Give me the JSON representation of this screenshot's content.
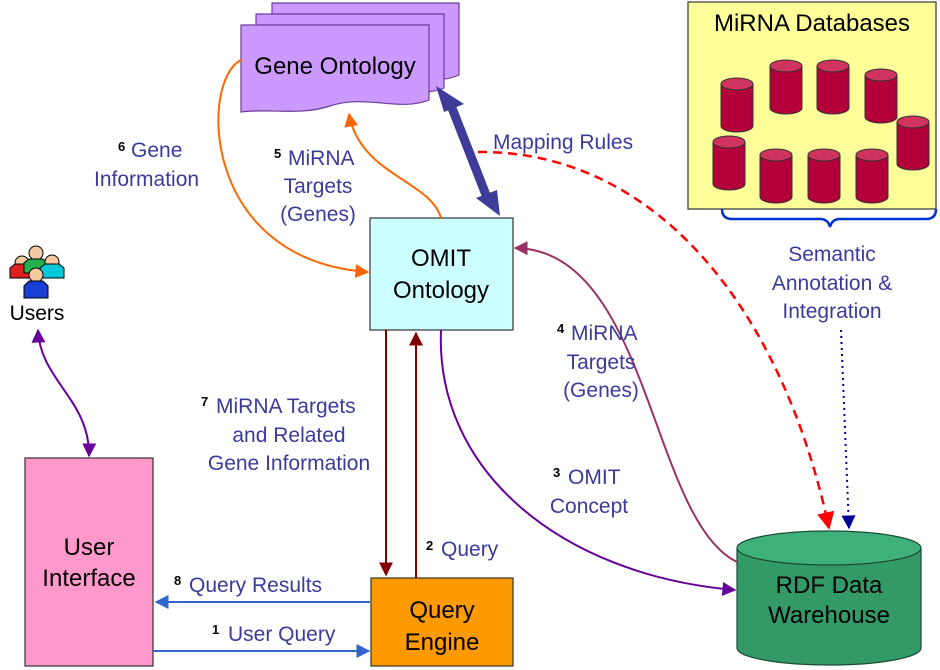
{
  "nodes": {
    "gene_ontology": "Gene Ontology",
    "mirna_databases": "MiRNA Databases",
    "omit_ontology": [
      "OMIT",
      "Ontology"
    ],
    "users": "Users",
    "user_interface": [
      "User",
      "Interface"
    ],
    "query_engine": [
      "Query",
      "Engine"
    ],
    "rdf_warehouse": [
      "RDF Data",
      "Warehouse"
    ]
  },
  "labels": {
    "mapping_rules": "Mapping Rules",
    "semantic_annotation": [
      "Semantic",
      "Annotation &",
      "Integration"
    ],
    "step1": {
      "num": "1",
      "text": "User Query"
    },
    "step2": {
      "num": "2",
      "text": "Query"
    },
    "step3": {
      "num": "3",
      "lines": [
        "OMIT",
        "Concept"
      ]
    },
    "step4": {
      "num": "4",
      "lines": [
        "MiRNA",
        "Targets",
        "(Genes)"
      ]
    },
    "step5": {
      "num": "5",
      "lines": [
        "MiRNA",
        "Targets",
        "(Genes)"
      ]
    },
    "step6": {
      "num": "6",
      "lines": [
        "Gene",
        "Information"
      ]
    },
    "step7": {
      "num": "7",
      "lines": [
        "MiRNA Targets",
        "and Related",
        "Gene Information"
      ]
    },
    "step8": {
      "num": "8",
      "text": "Query Results"
    }
  },
  "colors": {
    "gene_ontology_fill": "#cc99ff",
    "mirna_db_fill": "#ffff99",
    "cylinder_fill": "#b3003a",
    "omit_fill": "#ccffff",
    "user_interface_fill": "#ff99cc",
    "query_engine_fill": "#ff9900",
    "rdf_fill": "#339966",
    "blue_arrow": "#3366cc",
    "dark_red_arrow": "#800000",
    "purple_arrow": "#660099",
    "mauve_arrow": "#993366",
    "orange_arrow": "#ff6600",
    "mapping_arrow": "#3d3d99",
    "red_dashed": "#ff0000",
    "dotted_blue": "#000099",
    "label_text": "#3b3b9c"
  }
}
